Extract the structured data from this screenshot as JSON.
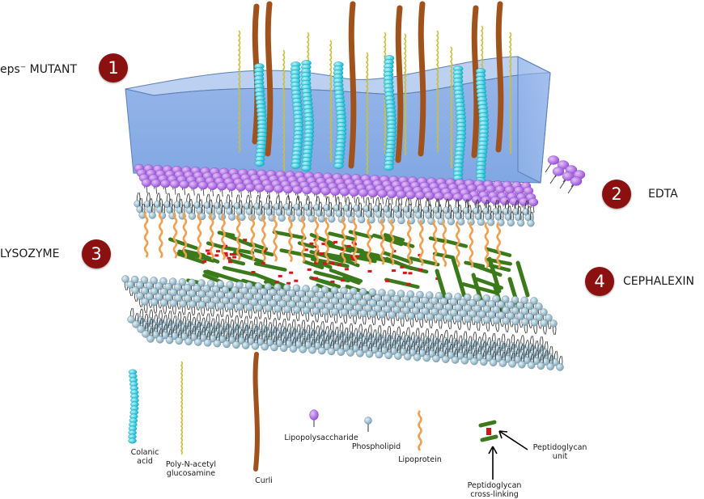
{
  "callouts": [
    {
      "number": "1",
      "label": "eps⁻ MUTANT"
    },
    {
      "number": "2",
      "label": "EDTA"
    },
    {
      "number": "3",
      "label": "LYSOZYME"
    },
    {
      "number": "4",
      "label": "CEPHALEXIN"
    }
  ],
  "legend": {
    "colanic_acid": "Colanic acid",
    "pnag": "Poly-N-acetyl glucosamine",
    "curli": "Curli",
    "lps": "Lipopolysaccharide",
    "phospholipid": "Phospholipid",
    "lipoprotein": "Lipoprotein",
    "pg_unit": "Peptidoglycan unit",
    "pg_crosslink": "Peptidoglycan cross-linking"
  },
  "colors": {
    "badge": "#8b1010",
    "colanic_acid": "#22d3e8",
    "pnag": "#c8c040",
    "curli": "#a0521c",
    "lps": "#b06ae6",
    "phospholipid": "#9ec3d4",
    "lipoprotein": "#f0a050",
    "peptidoglycan": "#3a7a1a",
    "crosslink": "#d01818",
    "matrix": "#7fa8e8"
  }
}
